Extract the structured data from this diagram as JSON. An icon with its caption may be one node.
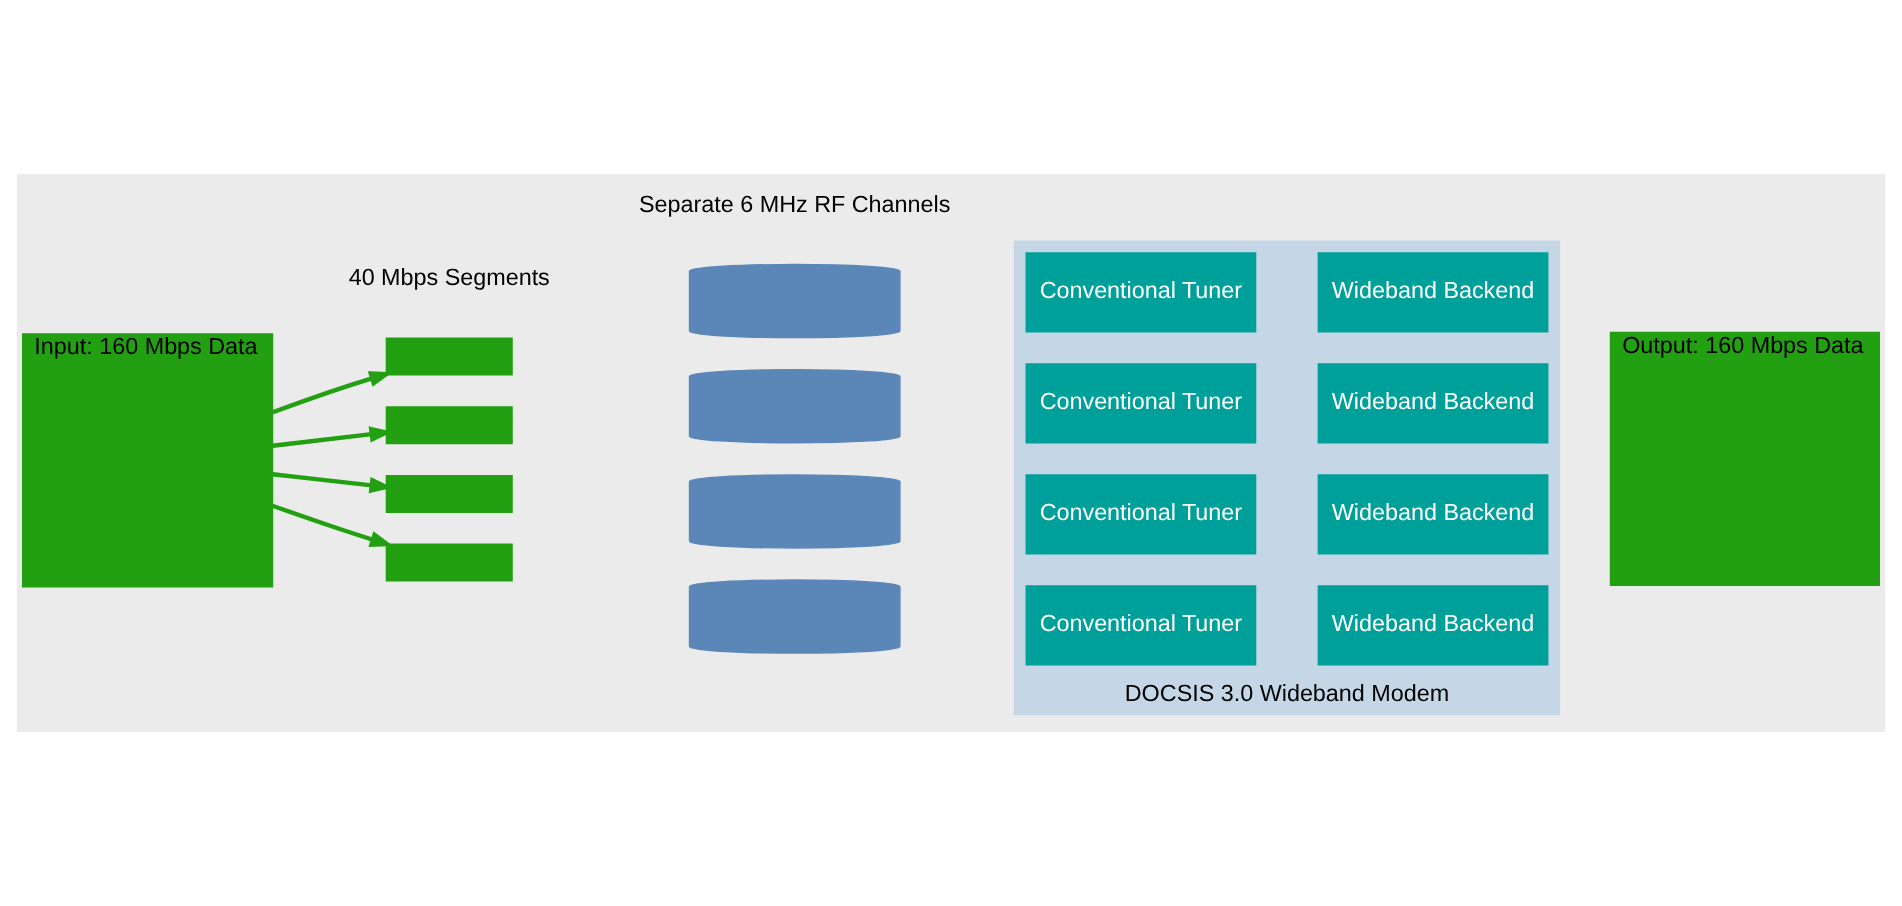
{
  "diagram": {
    "nodes": [
      {
        "text": [
          "Input: 160 Mbps Data"
        ]
      },
      {
        "text": [],
        "shape": "box"
      },
      {
        "text": [],
        "shape": "box"
      },
      {
        "text": [],
        "shape": "box"
      },
      {
        "text": [],
        "shape": "box"
      },
      {
        "text": [],
        "shape": "cylinder"
      },
      {
        "text": [],
        "shape": "cylinder"
      },
      {
        "text": [],
        "shape": "cylinder"
      },
      {
        "text": [],
        "shape": "cylinder"
      },
      {
        "text": [
          "DOCSIS 3.0 Wideband Modem"
        ]
      },
      {
        "text": [
          "Conventional Tuner"
        ],
        "in": 9
      },
      {
        "text": [
          "Wideband Backend"
        ],
        "in": 9
      },
      {
        "text": [
          "Conventional Tuner"
        ],
        "in": 9
      },
      {
        "text": [
          "Wideband Backend"
        ],
        "in": 9
      },
      {
        "text": [
          "Conventional Tuner"
        ],
        "in": 9
      },
      {
        "text": [
          "Wideband Backend"
        ],
        "in": 9
      },
      {
        "text": [
          "Conventional Tuner"
        ],
        "in": 9
      },
      {
        "text": [
          "Wideband Backend"
        ],
        "in": 9
      },
      {
        "text": [
          "Output: 160 Mbps Data"
        ]
      }
    ],
    "edges": [
      {
        "from": 0,
        "to": 1,
        "arrow": "to"
      },
      {
        "from": 0,
        "to": 2,
        "arrow": "to"
      },
      {
        "from": 0,
        "to": 3,
        "arrow": "to"
      },
      {
        "from": 0,
        "to": 4,
        "arrow": "to"
      }
    ],
    "labels": [
      "40 Mbps Segments",
      "Separate 6 MHz RF Channels"
    ]
  }
}
